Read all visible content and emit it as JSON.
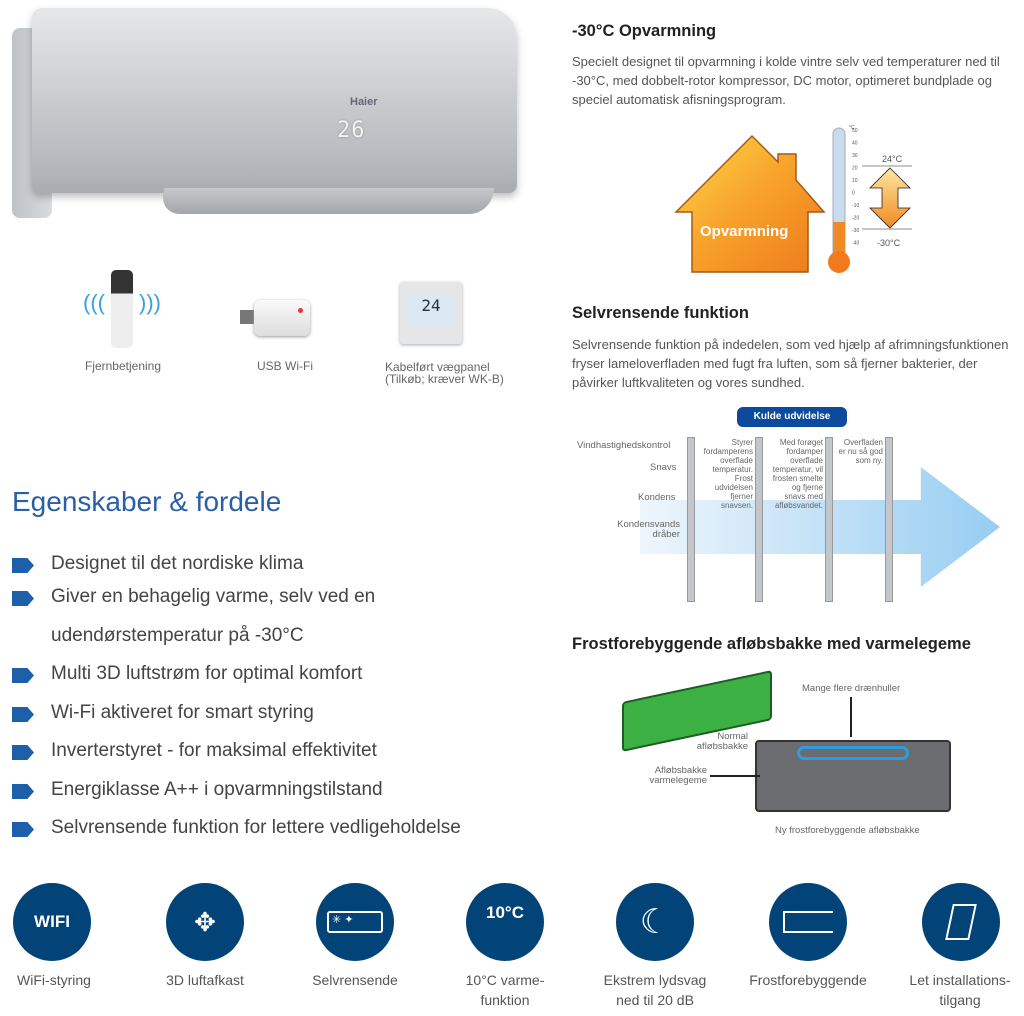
{
  "product": {
    "brand": "Haier",
    "display_temp": "26"
  },
  "accessories": [
    {
      "label": "Fjernbetjening",
      "icon": "remote-control-icon"
    },
    {
      "label": "USB Wi-Fi",
      "icon": "usb-wifi-icon"
    },
    {
      "label": "Kabelført vægpanel",
      "sub": "(Tilkøb; kræver WK-B)",
      "icon": "wall-panel-icon",
      "display": "24"
    }
  ],
  "features": {
    "title": "Egenskaber & fordele",
    "items": [
      "Designet til det nordiske klima",
      "Giver en behagelig varme, selv ved en",
      "udendørstemperatur på -30°C",
      "Multi 3D luftstrøm for optimal komfort",
      "Wi-Fi aktiveret for smart styring",
      "Inverterstyret - for maksimal effektivitet",
      "Energiklasse A++ i opvarmningstilstand",
      "Selvrensende funktion for lettere vedligeholdelse"
    ]
  },
  "heating": {
    "title": "-30°C Opvarmning",
    "text": "Specielt designet til opvarmning i kolde vintre selv ved temperaturer ned til -30°C, med dobbelt-rotor kompressor, DC motor, optimeret bundplade og speciel automatisk afisningsprogram.",
    "house_label": "Opvarmning",
    "thermo_unit": "°C",
    "thermo_ticks": [
      "50",
      "40",
      "30",
      "20",
      "10",
      "0",
      "-10",
      "-20",
      "-30",
      "-40"
    ],
    "high": "24°C",
    "low": "-30°C"
  },
  "selfclean": {
    "title": "Selvrensende funktion",
    "text": "Selvrensende funktion på indedelen, som ved hjælp af afrimningsfunktionen fryser lameloverfladen med fugt fra luften, som så fjerner bakterier, der påvirker luftkvaliteten og vores sundhed.",
    "badge": "Kulde udvidelse",
    "labels": [
      "Vindhastighedskontrol",
      "Snavs",
      "Kondens",
      "Kondensvands dråber"
    ],
    "steps": [
      "Styrer fordamperens overflade temperatur. Frost udvidelsen fjerner snavsen.",
      "Med forøget fordamper overflade temperatur, vil frosten smelte og fjerne snavs med afløbsvandet.",
      "Overfladen er nu så god som ny."
    ]
  },
  "drain": {
    "title": "Frostforebyggende afløbsbakke med varmelegeme",
    "labels": {
      "holes": "Mange flere drænhuller",
      "normal": "Normal afløbsbakke",
      "heater": "Afløbsbakke varmelegeme",
      "new": "Ny frostforebyggende afløbsbakke"
    }
  },
  "icons": [
    {
      "label": "WiFi-styring",
      "glyph": "WIFI"
    },
    {
      "label": "3D luftafkast",
      "glyph": "3D"
    },
    {
      "label": "Selvrensende"
    },
    {
      "label": "10°C varme-funktion",
      "glyph": "10°C"
    },
    {
      "label": "Ekstrem lydsvag ned til 20 dB"
    },
    {
      "label": "Frostforebyggende"
    },
    {
      "label": "Let installations-tilgang"
    }
  ],
  "colors": {
    "brand_blue": "#034478",
    "heading_blue": "#2a5ea8",
    "orange": "#f08a24"
  }
}
